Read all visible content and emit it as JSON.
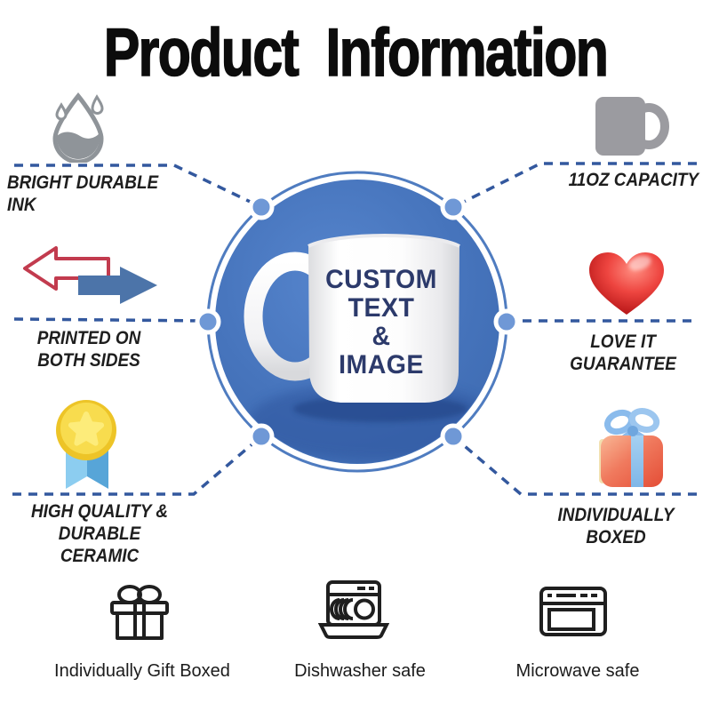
{
  "title": "Product Information",
  "center": {
    "mug_lines": [
      "CUSTOM",
      "TEXT",
      "&",
      "IMAGE"
    ],
    "circle_color": "#4674bc",
    "ring_color": "#4f7cc0",
    "dot_color": "#6f98d6",
    "connector_color": "#33589e",
    "mug_text_color": "#2c3a6b"
  },
  "features": [
    {
      "position": "top-left",
      "icon": "water-drop-icon",
      "lines": [
        "BRIGHT DURABLE INK"
      ]
    },
    {
      "position": "top-right",
      "icon": "mug-silhouette-icon",
      "lines": [
        "11OZ CAPACITY"
      ]
    },
    {
      "position": "middle-left",
      "icon": "double-arrows-icon",
      "lines": [
        "PRINTED ON",
        "BOTH SIDES"
      ]
    },
    {
      "position": "middle-right",
      "icon": "red-heart-icon",
      "lines": [
        "LOVE IT",
        "GUARANTEE"
      ]
    },
    {
      "position": "bottom-left",
      "icon": "gold-medal-icon",
      "lines": [
        "HIGH QUALITY &",
        "DURABLE CERAMIC"
      ]
    },
    {
      "position": "bottom-right",
      "icon": "gift-box-3d-icon",
      "lines": [
        "INDIVIDUALLY",
        "BOXED"
      ]
    }
  ],
  "badges": [
    {
      "icon": "gift-outline-icon",
      "label": "Individually Gift Boxed"
    },
    {
      "icon": "dishwasher-icon",
      "label": "Dishwasher safe"
    },
    {
      "icon": "microwave-icon",
      "label": "Microwave safe"
    }
  ]
}
